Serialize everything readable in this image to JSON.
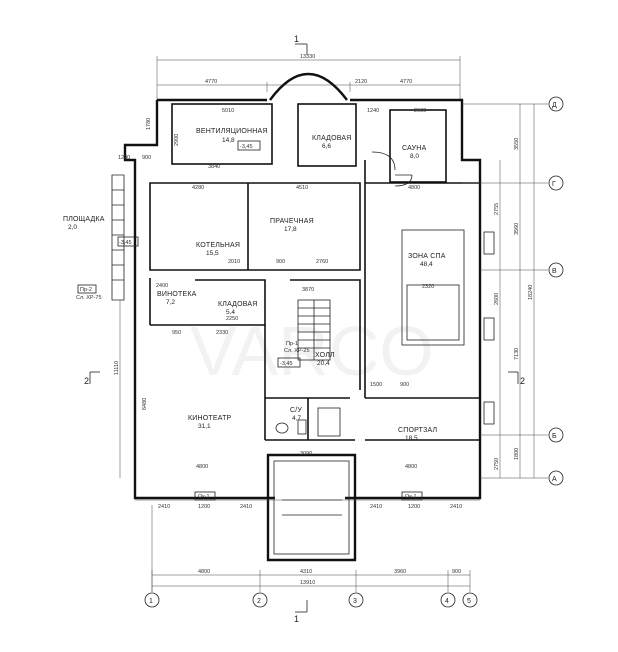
{
  "rooms": {
    "vent": {
      "name": "ВЕНТИЛЯЦИОННАЯ",
      "area": "14,8"
    },
    "klad1": {
      "name": "КЛАДОВАЯ",
      "area": "6,6"
    },
    "sauna": {
      "name": "САУНА",
      "area": "8,0"
    },
    "prach": {
      "name": "ПРАЧЕЧНАЯ",
      "area": "17,8"
    },
    "kotel": {
      "name": "КОТЕЛЬНАЯ",
      "area": "15,5"
    },
    "spa": {
      "name": "ЗОНА СПА",
      "area": "48,4"
    },
    "vinot": {
      "name": "ВИНОТЕКА",
      "area": "7,2"
    },
    "klad2": {
      "name": "КЛАДОВАЯ",
      "area": "5,4"
    },
    "holl": {
      "name": "ХОЛЛ",
      "area": "20,4"
    },
    "kino": {
      "name": "КИНОТЕАТР",
      "area": "31,1"
    },
    "su": {
      "name": "С/У",
      "area": "4,7"
    },
    "sport": {
      "name": "СПОРТЗАЛ",
      "area": "18,5"
    },
    "plosh": {
      "name": "ПЛОЩАДКА",
      "area": "2,0"
    }
  },
  "levels": {
    "l1": "-3,45",
    "l2": "-3,45",
    "l3": "-3,45"
  },
  "tags": {
    "pr1": "Пр-1",
    "pr1sub": "Сл. ХР-25",
    "pr2": "Пр-2",
    "pr2sub": "Сл. ХР-75",
    "ok1": "Ок-1",
    "ok2": "Ок-1"
  },
  "axes": {
    "numbers": [
      "1",
      "2",
      "3",
      "4",
      "5"
    ],
    "letters": [
      "Д",
      "Г",
      "В",
      "Б",
      "А"
    ]
  },
  "sections": {
    "top": "1",
    "bottom": "1",
    "left": "2",
    "right": "2"
  },
  "dims": {
    "t_total": "13330",
    "t_4770a": "4770",
    "t_2120": "2120",
    "t_4770b": "4770",
    "i_5010": "5010",
    "i_2800": "2600",
    "i_1240": "1240",
    "i_3840": "3840",
    "i_4280": "4280",
    "i_4510": "4510",
    "i_4800": "4800",
    "i_1200": "1200",
    "i_900": "900",
    "i_2320": "2320",
    "i_2760": "2760",
    "i_900b": "900",
    "i_2010": "2010",
    "i_2400": "2400",
    "i_2250": "2250",
    "i_950": "950",
    "i_2330": "2330",
    "i_3870": "3870",
    "i_1500": "1500",
    "i_4800b": "4800",
    "i_4800c": "4800",
    "i_3090": "3090",
    "i_900c": "900",
    "b_2410a": "2410",
    "b_1200a": "1200",
    "b_2410b": "2410",
    "b_2410c": "2410",
    "b_1200b": "1200",
    "b_2410d": "2410",
    "b_4800": "4800",
    "b_4310": "4310",
    "b_3960": "3960",
    "b_900": "900",
    "b_total": "13910",
    "r_3550": "3550",
    "r_2755": "2755",
    "r_3560": "3560",
    "r_2600": "2600",
    "r_7130": "7130",
    "r_18240": "18240",
    "r_1800": "1800",
    "r_2750": "2750",
    "l_11110": "11110",
    "l_6480": "6480",
    "l_2900": "2900",
    "l_1780": "1780"
  },
  "watermark": "VARCO"
}
